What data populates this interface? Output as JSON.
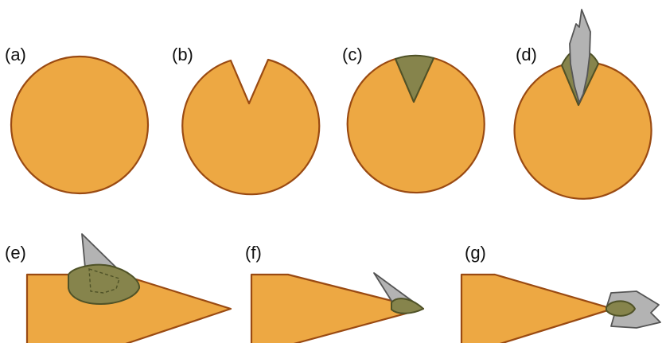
{
  "panels": [
    {
      "label": "(a)",
      "shape": "full-disk"
    },
    {
      "label": "(b)",
      "shape": "disk-with-notch"
    },
    {
      "label": "(c)",
      "shape": "disk-with-filled-notch"
    },
    {
      "label": "(d)",
      "shape": "disk-with-filled-notch-and-shard"
    },
    {
      "label": "(e)",
      "shape": "wedge-with-blob-and-shard"
    },
    {
      "label": "(f)",
      "shape": "wedge-with-tip-shard"
    },
    {
      "label": "(g)",
      "shape": "wedge-with-end-fragment"
    }
  ],
  "colors": {
    "disk_fill": "#EDA843",
    "disk_stroke": "#9A4A12",
    "fill_material": "#86844C",
    "fill_stroke": "#4F5227",
    "shard_fill": "#B3B3B3",
    "shard_stroke": "#555555",
    "background": "#FFFFFF"
  }
}
